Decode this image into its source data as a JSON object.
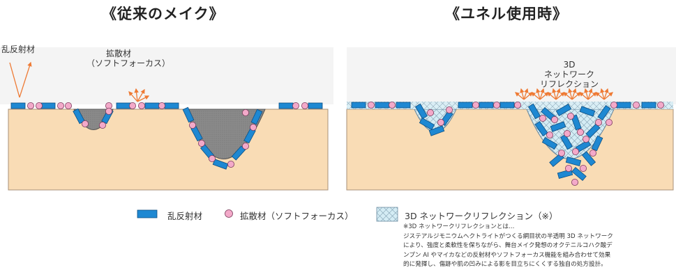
{
  "titles": {
    "left": "《従来のメイク》",
    "right": "《ユネル使用時》"
  },
  "labels": {
    "reflect": "乱反射材",
    "diffuse_line1": "拡散材",
    "diffuse_line2": "（ソフトフォーカス）",
    "network_line1": "3D",
    "network_line2": "ネットワーク",
    "network_line3": "リフレクション"
  },
  "legend": {
    "reflect": "乱反射材",
    "diffuse": "拡散材（ソフトフォーカス）",
    "network": "3D ネットワークリフレクション（※）"
  },
  "note": [
    "※3D ネットワークリフレクションとは…",
    "ジステアルジモニウムヘクトライトがつくる網目状の半透明 3D ネットワーク",
    "により、強度と柔軟性を保ちながら、舞台メイク発想のオクテニルコハク酸デ",
    "ンプン AI やマイカなどの反射材やソフトフォーカス機能を組み合わせて効果",
    "的に発揮し、傷跡や肌の凹みによる影を目立ちにくくする独自の処方設計。"
  ],
  "colors": {
    "skin": "#f9dcb5",
    "reflect_plate": "#1e88d2",
    "diffuse_bead": "#f3a9c9",
    "arrow": "#ee7a34",
    "gray_fill": "#8a8a8a",
    "network_fill": "#d4ecf4"
  }
}
